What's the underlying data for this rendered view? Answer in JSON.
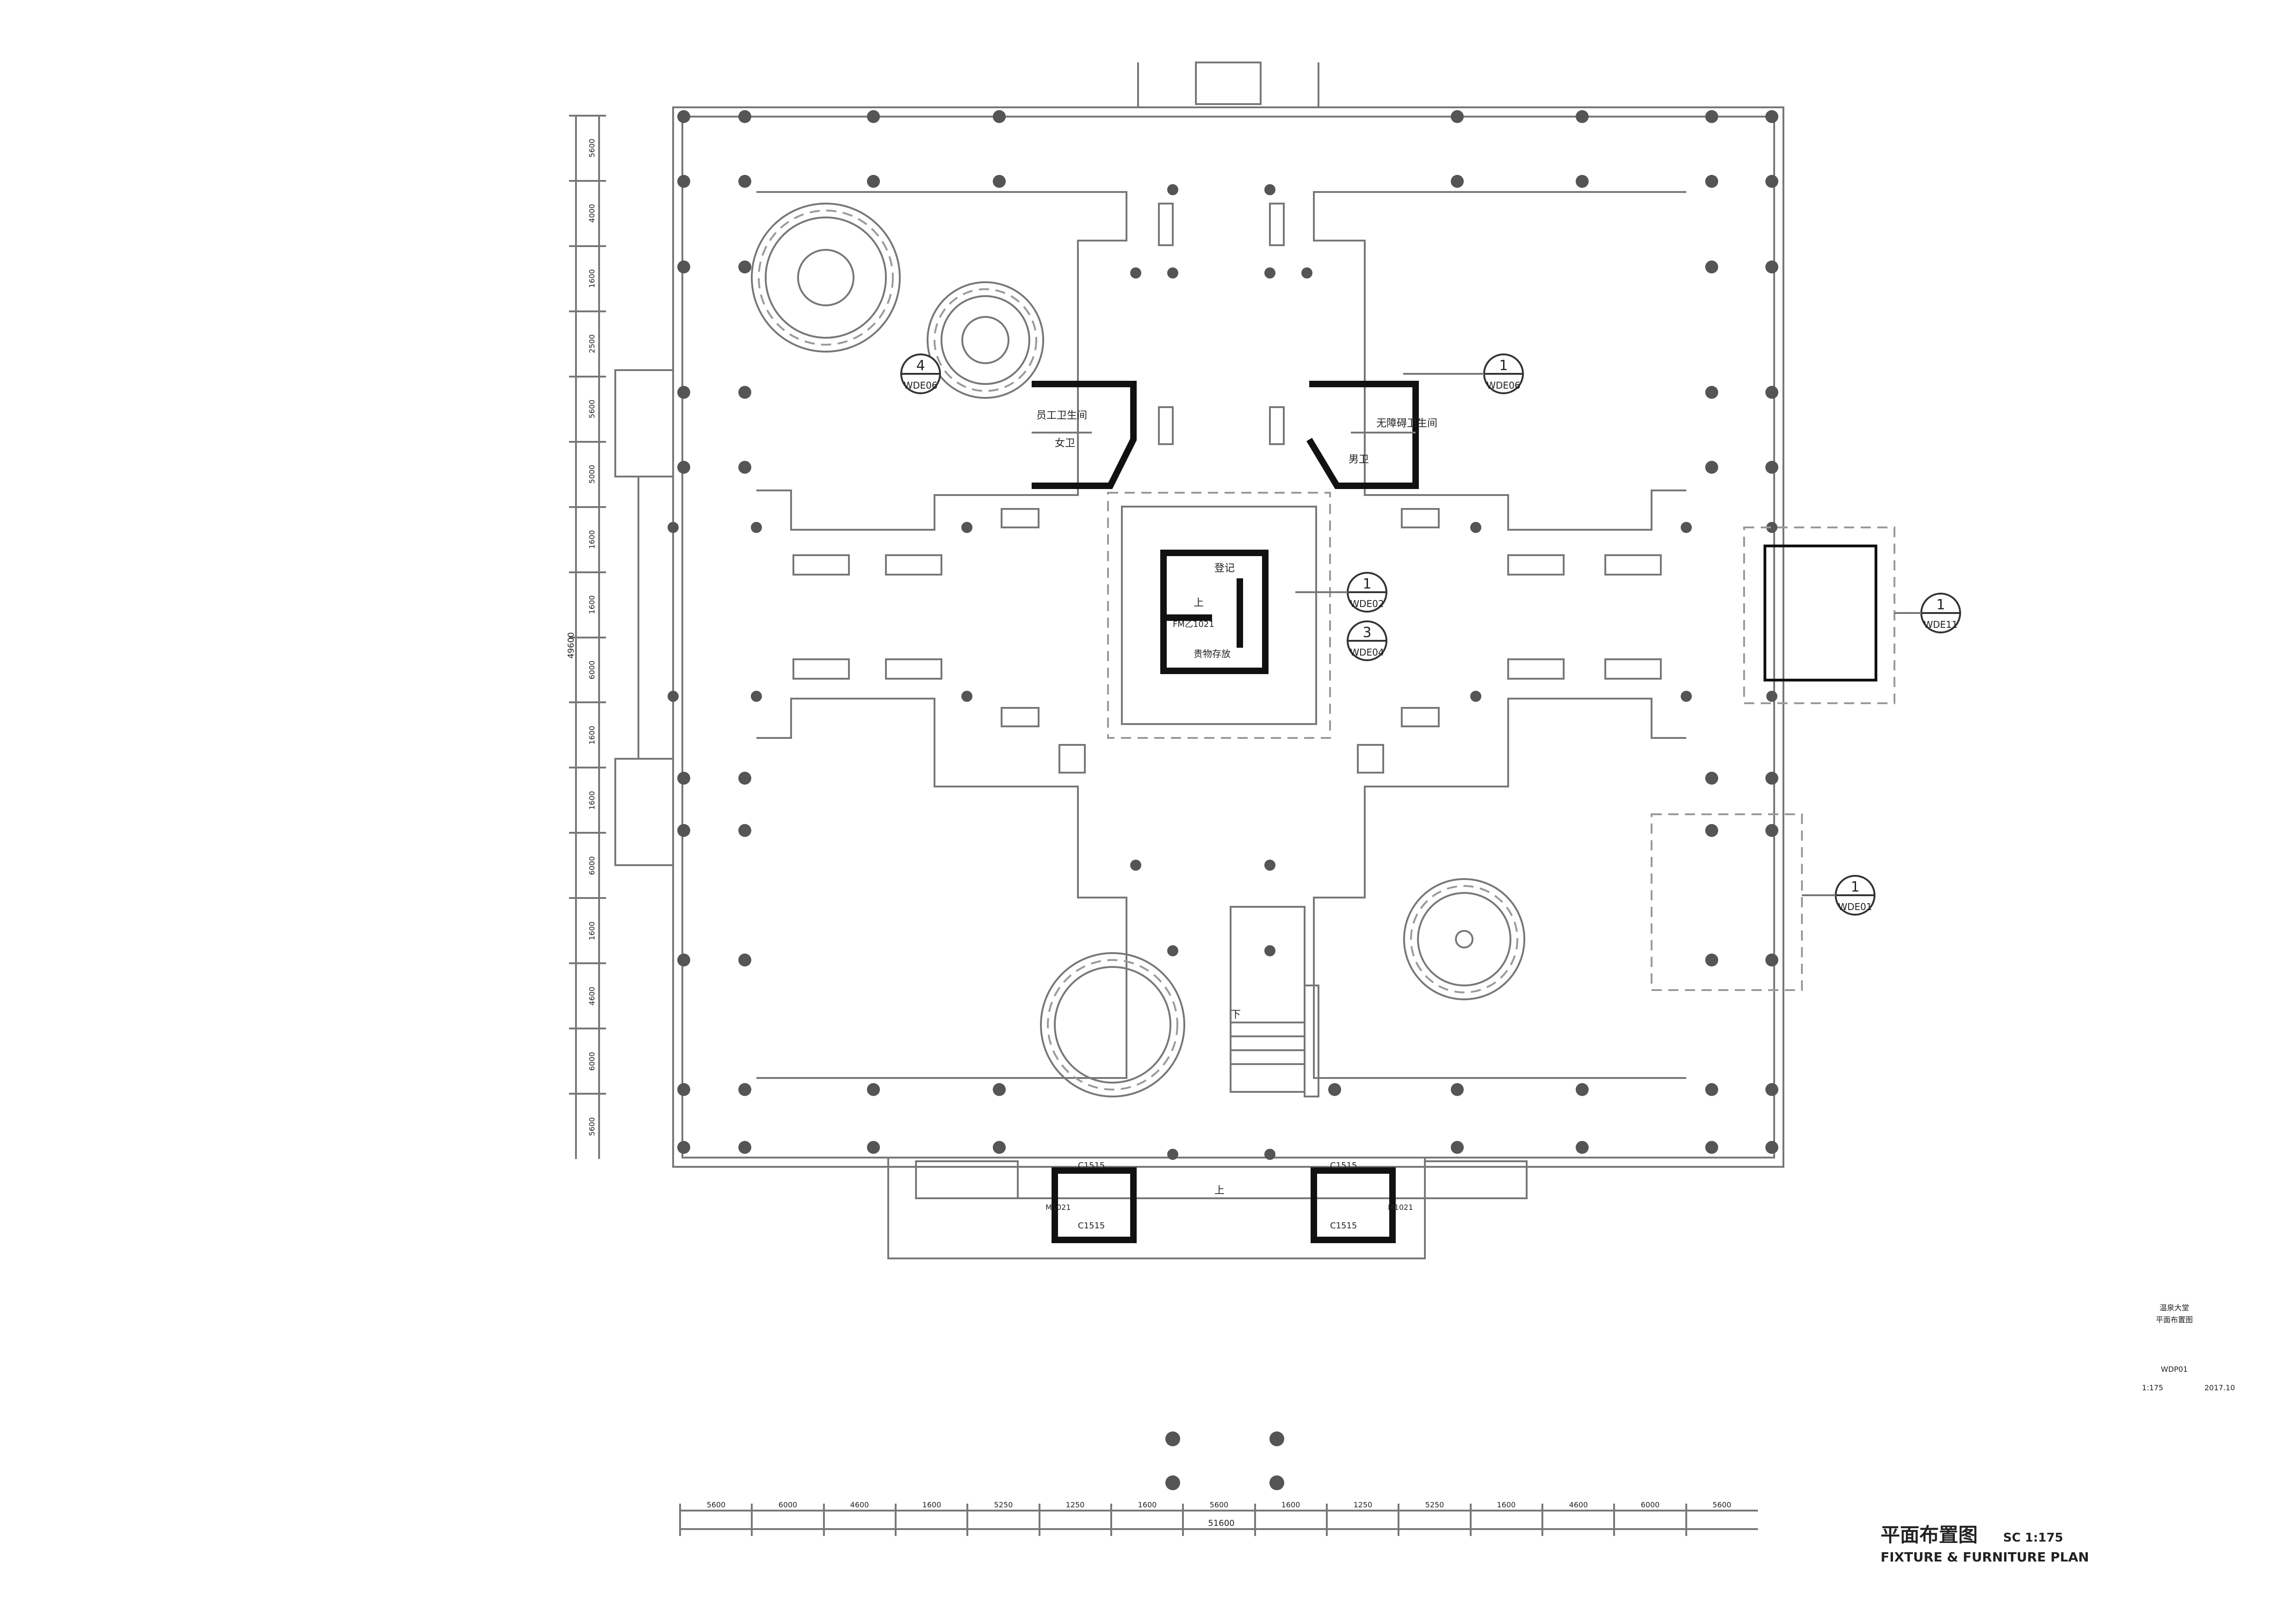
{
  "rooms": {
    "staff_wc": "员工卫生间",
    "female_wc": "女卫",
    "accessible_wc": "无障碍卫生间",
    "male_wc": "男卫",
    "reception": "登记",
    "storage": "贵物存放",
    "door_code": "FM乙1021",
    "up": "上",
    "down": "下",
    "window_code": "C1515",
    "door_code_small": "M1021"
  },
  "callouts": [
    {
      "num": "4",
      "sheet": "WDE06"
    },
    {
      "num": "1",
      "sheet": "WDE06"
    },
    {
      "num": "1",
      "sheet": "WDE02"
    },
    {
      "num": "3",
      "sheet": "WDE04"
    },
    {
      "num": "1",
      "sheet": "WDE11"
    },
    {
      "num": "1",
      "sheet": "WDE01"
    }
  ],
  "left_dims": [
    "5600",
    "4000",
    "1600",
    "2500",
    "5600",
    "5000",
    "1600",
    "1600",
    "6000",
    "1600",
    "1600",
    "6000",
    "1600",
    "4600",
    "6000",
    "5600"
  ],
  "left_total": "49600",
  "bottom_dims": [
    "5600",
    "6000",
    "4600",
    "1600",
    "5250",
    "1250",
    "1600",
    "5600",
    "1600",
    "1250",
    "5250",
    "1600",
    "4600",
    "6000",
    "5600"
  ],
  "bottom_total": "51600",
  "titleblock": {
    "project": "温泉大堂",
    "sheet_name": "平面布置图",
    "sheet_no": "WDP01",
    "scale": "1:175",
    "date": "2017.10"
  },
  "title": {
    "cn": "平面布置图",
    "scale": "SC 1:175",
    "en": "FIXTURE & FURNITURE PLAN"
  }
}
